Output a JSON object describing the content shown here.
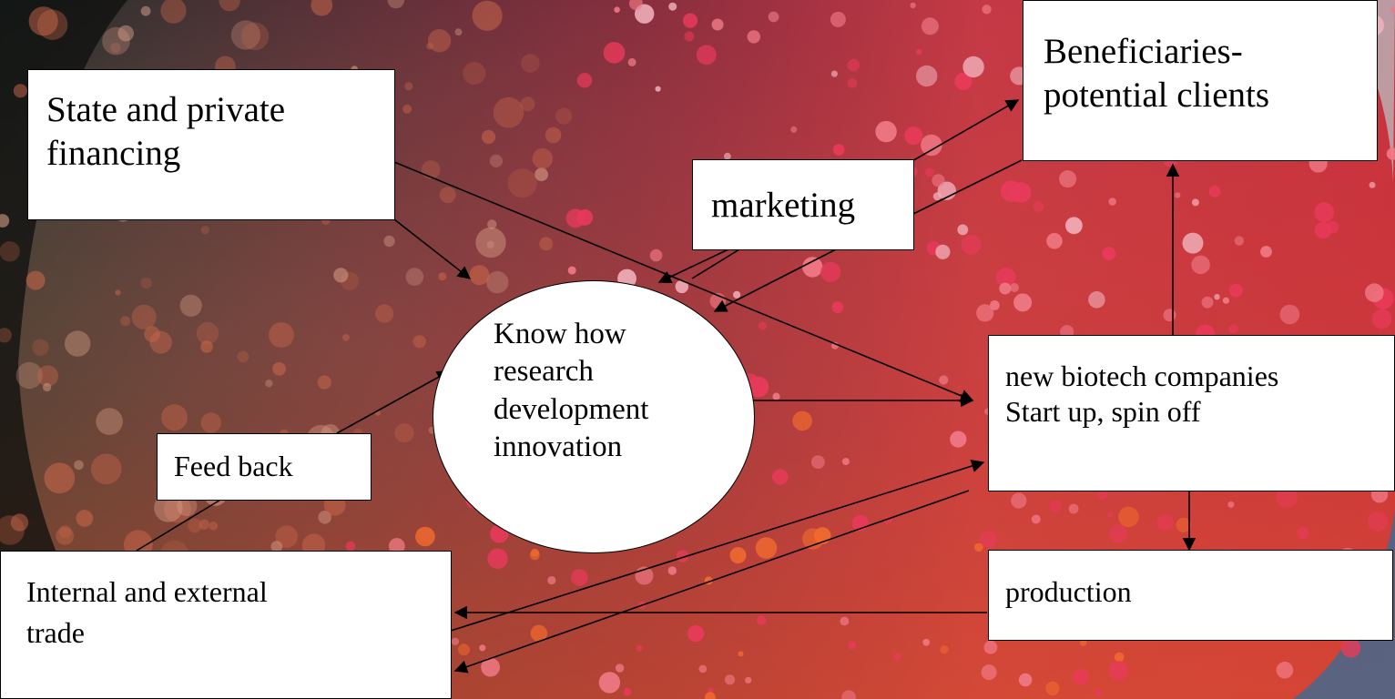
{
  "colors": {
    "background_dark": "#2e3f3a",
    "background_red": "#d42c4c",
    "background_orange": "#e0552a",
    "box_fill": "#ffffff",
    "stroke": "#000000"
  },
  "nodes": {
    "financing": "State and private\nfinancing",
    "beneficiaries": "Beneficiaries-\npotential clients",
    "marketing": "marketing",
    "knowhow": "Know how\nresearch\ndevelopment\ninnovation",
    "companies": "new biotech companies\nStart up, spin off",
    "feedback": "Feed back",
    "trade": "Internal and external\ntrade",
    "production": "production"
  }
}
